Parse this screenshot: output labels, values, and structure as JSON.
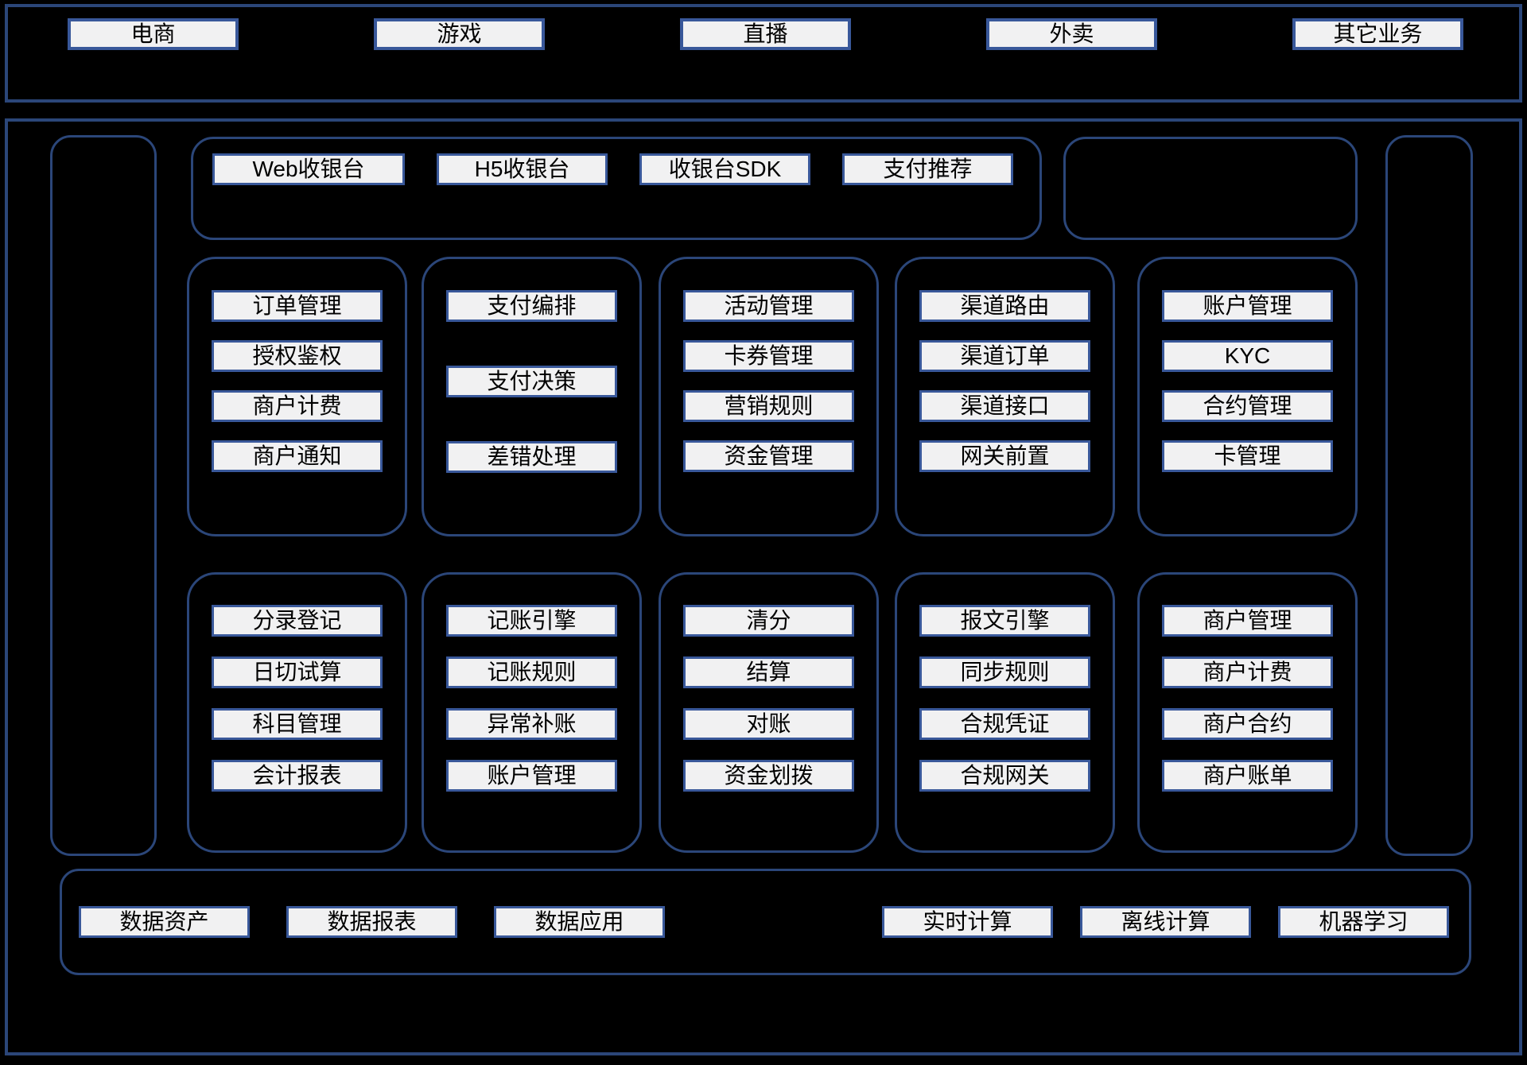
{
  "colors": {
    "page_bg": "#000000",
    "container_border": "#2b4679",
    "chip_border": "#39589a",
    "chip_bg": "#f1f1f2",
    "chip_text": "#000000"
  },
  "business_bar": {
    "items": [
      "电商",
      "游戏",
      "直播",
      "外卖",
      "其它业务"
    ]
  },
  "access_row": {
    "items": [
      "Web收银台",
      "H5收银台",
      "收银台SDK",
      "支付推荐"
    ]
  },
  "row1": [
    {
      "items": [
        "订单管理",
        "授权鉴权",
        "商户计费",
        "商户通知"
      ]
    },
    {
      "items": [
        "支付编排",
        "支付决策",
        "差错处理"
      ]
    },
    {
      "items": [
        "活动管理",
        "卡券管理",
        "营销规则",
        "资金管理"
      ]
    },
    {
      "items": [
        "渠道路由",
        "渠道订单",
        "渠道接口",
        "网关前置"
      ]
    },
    {
      "items": [
        "账户管理",
        "KYC",
        "合约管理",
        "卡管理"
      ]
    }
  ],
  "row2": [
    {
      "items": [
        "分录登记",
        "日切试算",
        "科目管理",
        "会计报表"
      ]
    },
    {
      "items": [
        "记账引擎",
        "记账规则",
        "异常补账",
        "账户管理"
      ]
    },
    {
      "items": [
        "清分",
        "结算",
        "对账",
        "资金划拨"
      ]
    },
    {
      "items": [
        "报文引擎",
        "同步规则",
        "合规凭证",
        "合规网关"
      ]
    },
    {
      "items": [
        "商户管理",
        "商户计费",
        "商户合约",
        "商户账单"
      ]
    }
  ],
  "data_bar": {
    "left_items": [
      "数据资产",
      "数据报表",
      "数据应用"
    ],
    "right_items": [
      "实时计算",
      "离线计算",
      "机器学习"
    ]
  }
}
